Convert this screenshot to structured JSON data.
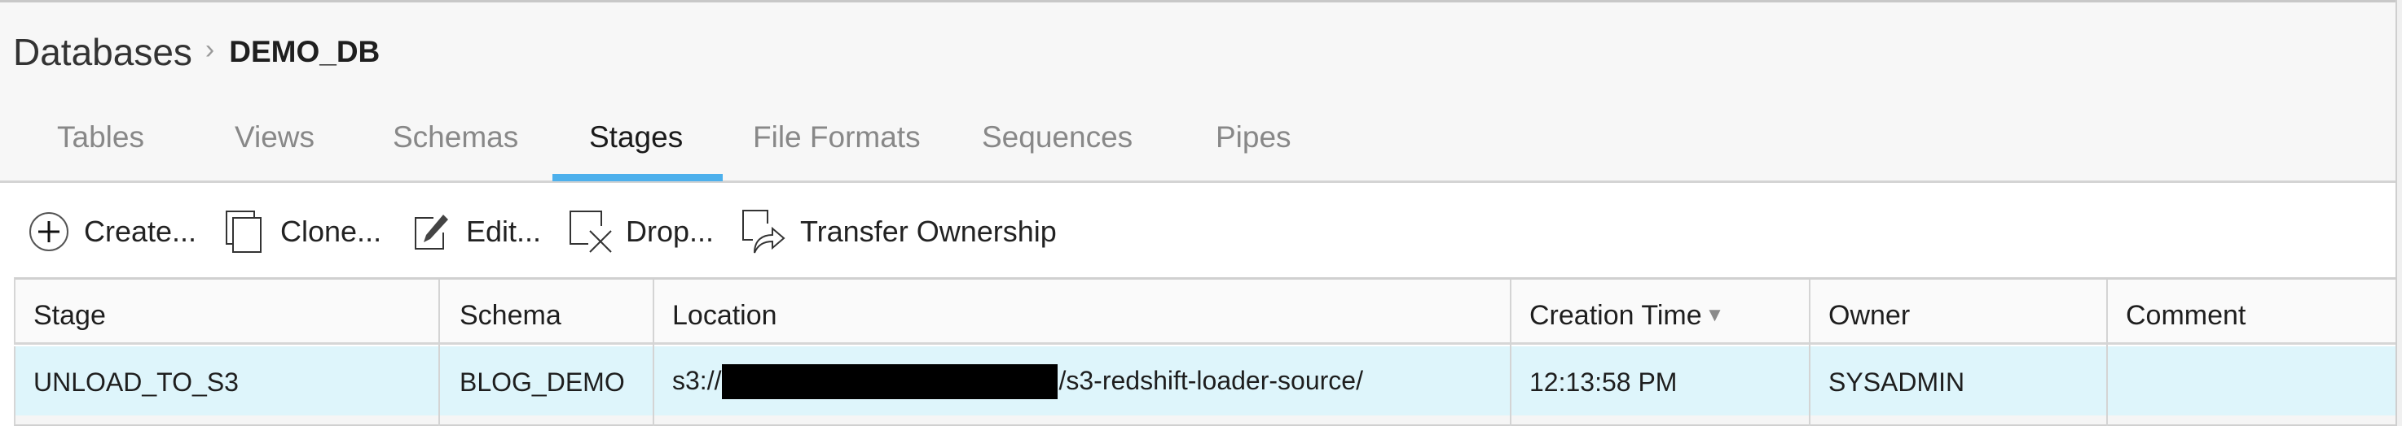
{
  "breadcrumb": {
    "root": "Databases",
    "separator": "›",
    "current": "DEMO_DB"
  },
  "tabs": [
    {
      "label": "Tables",
      "active": false
    },
    {
      "label": "Views",
      "active": false
    },
    {
      "label": "Schemas",
      "active": false
    },
    {
      "label": "Stages",
      "active": true
    },
    {
      "label": "File Formats",
      "active": false
    },
    {
      "label": "Sequences",
      "active": false
    },
    {
      "label": "Pipes",
      "active": false
    }
  ],
  "toolbar": {
    "create": {
      "label": "Create...",
      "icon": "plus-circle-icon"
    },
    "clone": {
      "label": "Clone...",
      "icon": "copy-icon"
    },
    "edit": {
      "label": "Edit...",
      "icon": "edit-pencil-icon"
    },
    "drop": {
      "label": "Drop...",
      "icon": "drop-x-icon"
    },
    "transfer": {
      "label": "Transfer Ownership",
      "icon": "transfer-arrow-icon"
    }
  },
  "table": {
    "columns": [
      {
        "label": "Stage"
      },
      {
        "label": "Schema"
      },
      {
        "label": "Location"
      },
      {
        "label": "Creation Time",
        "sort": "desc",
        "sort_icon": "▼"
      },
      {
        "label": "Owner"
      },
      {
        "label": "Comment"
      }
    ],
    "rows": [
      {
        "stage": "UNLOAD_TO_S3",
        "schema": "BLOG_DEMO",
        "location_prefix": "s3://",
        "location_redacted": true,
        "location_suffix": "/s3-redshift-loader-source/",
        "creation_time": "12:13:58 PM",
        "owner": "SYSADMIN",
        "comment": "",
        "selected": true
      }
    ]
  },
  "colors": {
    "accent": "#4db0ec",
    "selected_row": "#def5fb",
    "header_bg": "#f7f7f7",
    "inactive_tab": "#888888"
  }
}
